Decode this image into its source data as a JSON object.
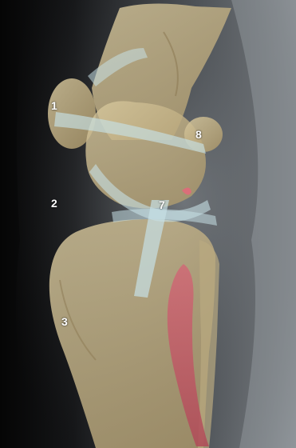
{
  "labels": {
    "one": "1",
    "two": "2",
    "three": "3",
    "seven": "7",
    "eight": "8"
  },
  "colors": {
    "background": "#000000",
    "xray_soft": "#4a4f55",
    "xray_light": "#8c9196",
    "bone_overlay": "#c9b68a",
    "ligament_overlay": "#b9d6dc",
    "muscle_overlay": "#c9596a",
    "label_text": "#ffffff"
  }
}
